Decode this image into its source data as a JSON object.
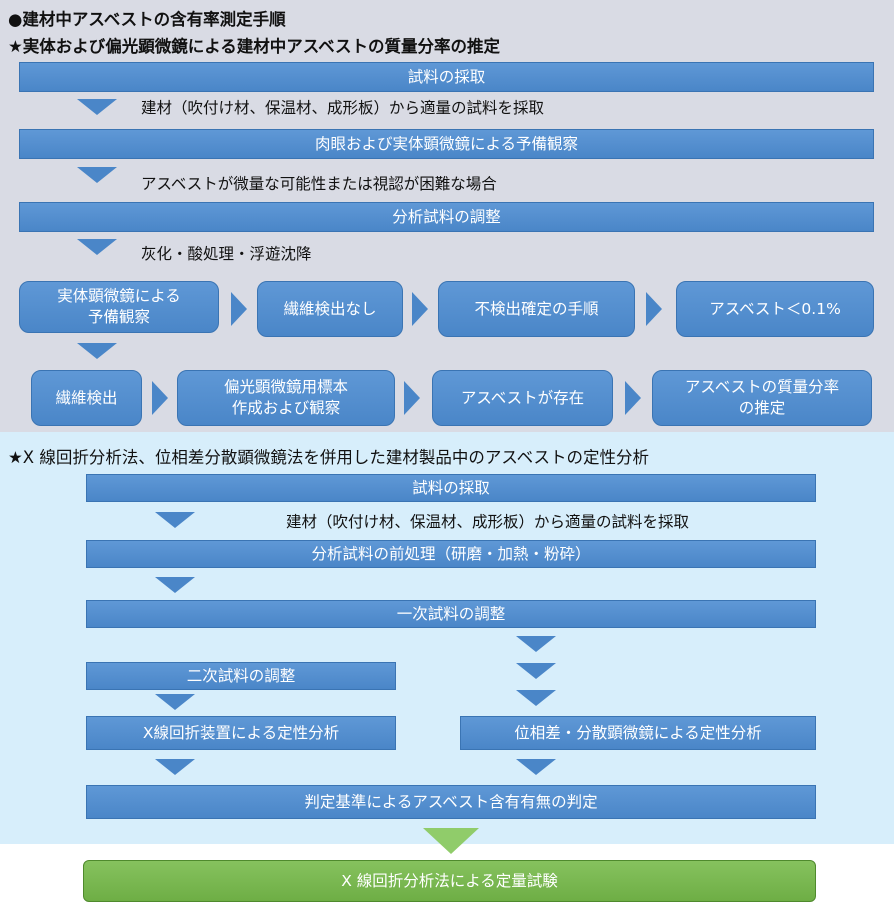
{
  "section1": {
    "title": "●建材中アスベストの含有率測定手順",
    "subtitle": "★実体および偏光顕微鏡による建材中アスベストの質量分率の推定",
    "step_sampling": "試料の採取",
    "note_sampling": "建材（吹付け材、保温材、成形板）から適量の試料を採取",
    "step_preobservation": "肉眼および実体顕微鏡による予備観察",
    "note_preobservation": "アスベストが微量な可能性または視認が困難な場合",
    "step_preparation": "分析試料の調整",
    "note_preparation": "灰化・酸処理・浮遊沈降",
    "row1": [
      "実体顕微鏡による\n予備観察",
      "繊維検出なし",
      "不検出確定の手順",
      "アスベスト＜0.1%"
    ],
    "row2": [
      "繊維検出",
      "偏光顕微鏡用標本\n作成および観察",
      "アスベストが存在",
      "アスベストの質量分率\nの推定"
    ]
  },
  "section2": {
    "title": "★X 線回折分析法、位相差分散顕微鏡法を併用した建材製品中のアスベストの定性分析",
    "step_sampling": "試料の採取",
    "note_sampling": "建材（吹付け材、保温材、成形板）から適量の試料を採取",
    "step_pretreatment": "分析試料の前処理（研磨・加熱・粉砕）",
    "step_primary": "一次試料の調整",
    "step_secondary": "二次試料の調整",
    "step_xrd": "X線回折装置による定性分析",
    "step_phase": "位相差・分散顕微鏡による定性分析",
    "step_judgement": "判定基準によるアスベスト含有有無の判定"
  },
  "final_step": "X 線回折分析法による定量試験",
  "colors": {
    "box_blue": "#4a86c8",
    "box_green": "#6eae45",
    "panel1_bg": "#d9dbe4",
    "panel2_bg": "#d7eefb"
  }
}
